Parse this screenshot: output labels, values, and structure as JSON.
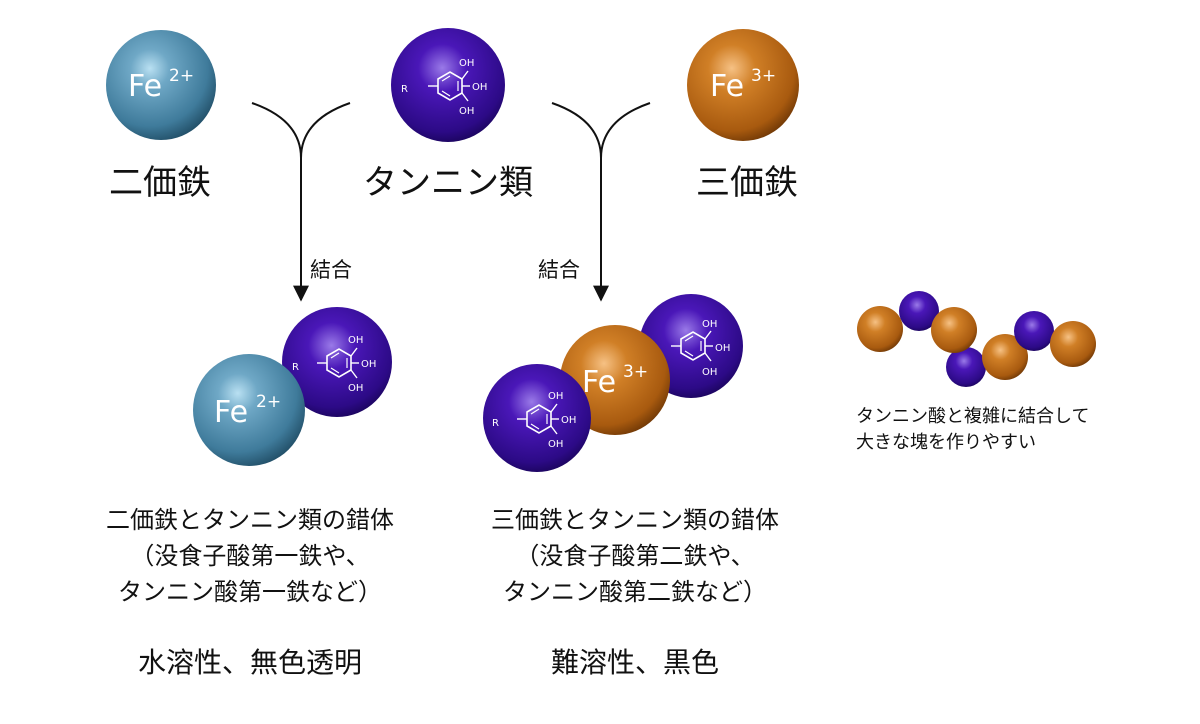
{
  "colors": {
    "fe2": "#4b88a8",
    "tannin": "#3a0d9a",
    "fe3": "#c46f18",
    "text": "#111111"
  },
  "ions": {
    "fe2_symbol": "Fe",
    "fe2_charge": "2+",
    "fe3_symbol": "Fe",
    "fe3_charge": "3+"
  },
  "molecule": {
    "r": "R",
    "oh": "OH"
  },
  "labels": {
    "fe2_name": "二価鉄",
    "tannin_name": "タンニン類",
    "fe3_name": "三価鉄",
    "bond_left": "結合",
    "bond_right": "結合"
  },
  "complex_left": {
    "line1": "二価鉄とタンニン類の錯体",
    "line2": "（没食子酸第一鉄や、",
    "line3": "タンニン酸第一鉄など）",
    "property": "水溶性、無色透明"
  },
  "complex_right": {
    "line1": "三価鉄とタンニン類の錯体",
    "line2": "（没食子酸第二鉄や、",
    "line3": "タンニン酸第二鉄など）",
    "property": "難溶性、黒色"
  },
  "chain_note": {
    "line1": "タンニン酸と複雑に結合して",
    "line2": "大きな塊を作りやすい"
  }
}
